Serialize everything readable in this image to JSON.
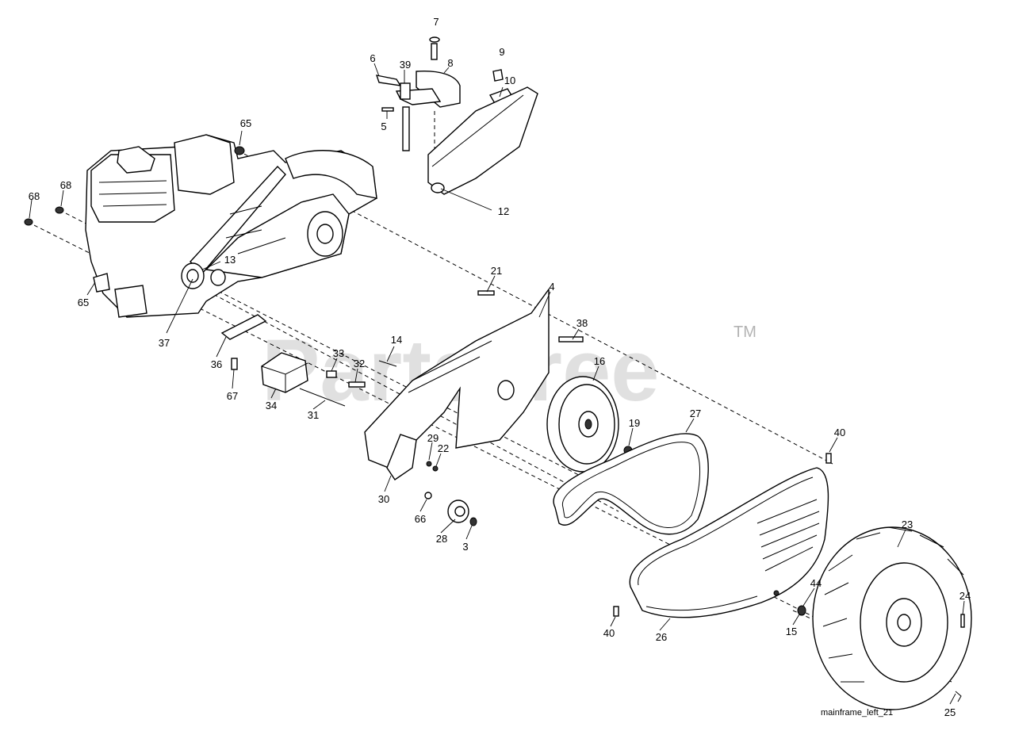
{
  "watermark": {
    "text": "PartsTree",
    "trademark": "TM"
  },
  "figure_ref": "mainframe_left_21",
  "callouts": {
    "c7": "7",
    "c9": "9",
    "c6": "6",
    "c39": "39",
    "c8": "8",
    "c10": "10",
    "c5": "5",
    "c12": "12",
    "c65a": "65",
    "c68a": "68",
    "c68b": "68",
    "c13": "13",
    "c65b": "65",
    "c37": "37",
    "c21": "21",
    "c4": "4",
    "c38": "38",
    "c14": "14",
    "c36": "36",
    "c33": "33",
    "c32": "32",
    "c67": "67",
    "c34": "34",
    "c31": "31",
    "c16": "16",
    "c19": "19",
    "c27": "27",
    "c29": "29",
    "c22": "22",
    "c30": "30",
    "c66": "66",
    "c28": "28",
    "c3": "3",
    "c40a": "40",
    "c23": "23",
    "c44": "44",
    "c24": "24",
    "c15": "15",
    "c40b": "40",
    "c26": "26",
    "c25": "25"
  }
}
